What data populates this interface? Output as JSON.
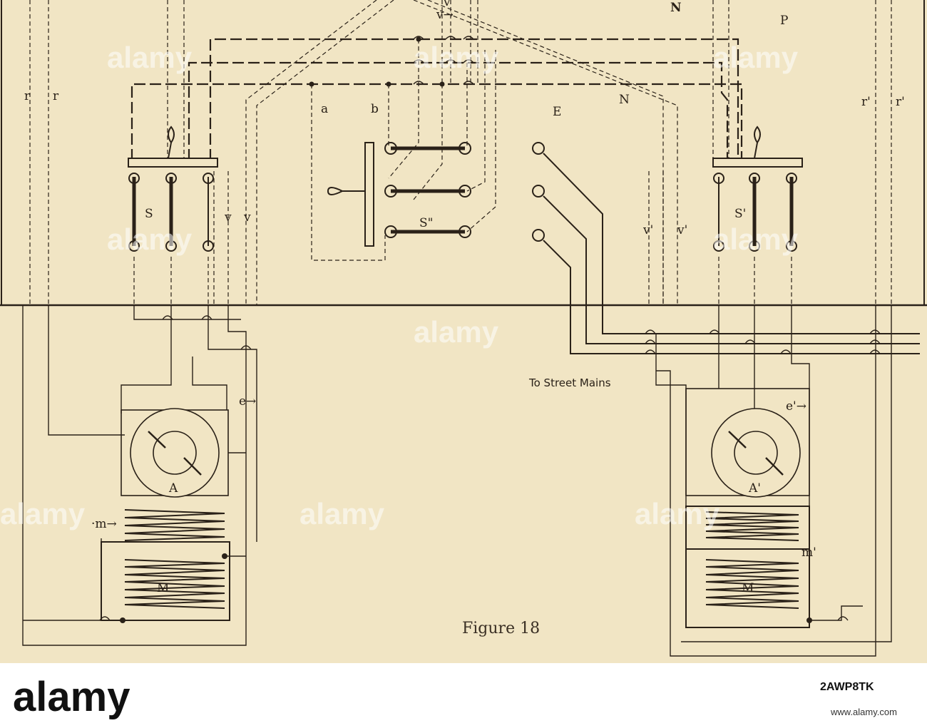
{
  "colors": {
    "paper": "#f1e5c4",
    "ink": "#2a2118",
    "banner": "#ffffff",
    "banner_text": "#111111"
  },
  "labels": {
    "r_left_1": "r",
    "r_left_2": "r",
    "r_right_1": "r'",
    "r_right_2": "r'",
    "v_top_1": "v",
    "v_top_2": "v→",
    "N_top": "N",
    "P": "P",
    "E": "E",
    "N_mid": "N",
    "a": "a",
    "b": "b",
    "S": "S",
    "v_left_1": "v",
    "v_left_2": "v",
    "S2": "S\"",
    "v_right_1": "v'",
    "v_right_2": "v'",
    "S1": "S'",
    "street": "To Street Mains",
    "e_left": "e→",
    "e_right": "e'→",
    "A": "A",
    "A1": "A'",
    "m": "·m→",
    "m1": "m'",
    "M": "M",
    "M1": "M"
  },
  "caption": "Figure 18",
  "watermark": {
    "text": "alamy"
  },
  "banner": {
    "logo": "alamy",
    "id": "2AWP8TK",
    "url": "www.alamy.com"
  }
}
